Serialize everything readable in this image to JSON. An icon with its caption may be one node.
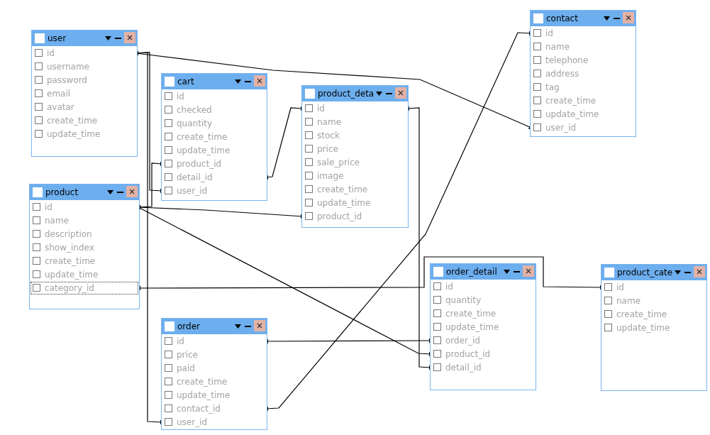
{
  "diagram": {
    "nodes": [
      {
        "text": [
          "user"
        ]
      },
      {
        "text": [
          "id"
        ],
        "in": 0
      },
      {
        "text": [
          "username"
        ],
        "in": 0
      },
      {
        "text": [
          "password"
        ],
        "in": 0
      },
      {
        "text": [
          "email"
        ],
        "in": 0
      },
      {
        "text": [
          "avatar"
        ],
        "in": 0
      },
      {
        "text": [
          "create_time"
        ],
        "in": 0
      },
      {
        "text": [
          "update_time"
        ],
        "in": 0
      },
      {
        "text": [
          "cart"
        ]
      },
      {
        "text": [
          "id"
        ],
        "in": 8
      },
      {
        "text": [
          "checked"
        ],
        "in": 8
      },
      {
        "text": [
          "quantity"
        ],
        "in": 8
      },
      {
        "text": [
          "create_time"
        ],
        "in": 8
      },
      {
        "text": [
          "update_time"
        ],
        "in": 8
      },
      {
        "text": [
          "product_id"
        ],
        "in": 8
      },
      {
        "text": [
          "detail_id"
        ],
        "in": 8
      },
      {
        "text": [
          "user_id"
        ],
        "in": 8
      },
      {
        "text": [
          "product_deta"
        ]
      },
      {
        "text": [
          "id"
        ],
        "in": 17
      },
      {
        "text": [
          "name"
        ],
        "in": 17
      },
      {
        "text": [
          "stock"
        ],
        "in": 17
      },
      {
        "text": [
          "price"
        ],
        "in": 17
      },
      {
        "text": [
          "sale_price"
        ],
        "in": 17
      },
      {
        "text": [
          "image"
        ],
        "in": 17
      },
      {
        "text": [
          "create_time"
        ],
        "in": 17
      },
      {
        "text": [
          "update_time"
        ],
        "in": 17
      },
      {
        "text": [
          "product_id"
        ],
        "in": 17
      },
      {
        "text": [
          "contact"
        ]
      },
      {
        "text": [
          "id"
        ],
        "in": 27
      },
      {
        "text": [
          "name"
        ],
        "in": 27
      },
      {
        "text": [
          "telephone"
        ],
        "in": 27
      },
      {
        "text": [
          "address"
        ],
        "in": 27
      },
      {
        "text": [
          "tag"
        ],
        "in": 27
      },
      {
        "text": [
          "create_time"
        ],
        "in": 27
      },
      {
        "text": [
          "update_time"
        ],
        "in": 27
      },
      {
        "text": [
          "user_id"
        ],
        "in": 27
      },
      {
        "text": [
          "product"
        ]
      },
      {
        "text": [
          "id"
        ],
        "in": 36
      },
      {
        "text": [
          "name"
        ],
        "in": 36
      },
      {
        "text": [
          "description"
        ],
        "in": 36
      },
      {
        "text": [
          "show_index"
        ],
        "in": 36
      },
      {
        "text": [
          "create_time"
        ],
        "in": 36
      },
      {
        "text": [
          "update_time"
        ],
        "in": 36
      },
      {
        "text": [
          "category_id"
        ],
        "in": 36
      },
      {
        "text": [
          "order"
        ]
      },
      {
        "text": [
          "id"
        ],
        "in": 44
      },
      {
        "text": [
          "price"
        ],
        "in": 44
      },
      {
        "text": [
          "paid"
        ],
        "in": 44
      },
      {
        "text": [
          "create_time"
        ],
        "in": 44
      },
      {
        "text": [
          "update_time"
        ],
        "in": 44
      },
      {
        "text": [
          "contact_id"
        ],
        "in": 44
      },
      {
        "text": [
          "user_id"
        ],
        "in": 44
      },
      {
        "text": [
          "order_detail"
        ]
      },
      {
        "text": [
          "id"
        ],
        "in": 52
      },
      {
        "text": [
          "quantity"
        ],
        "in": 52
      },
      {
        "text": [
          "create_time"
        ],
        "in": 52
      },
      {
        "text": [
          "update_time"
        ],
        "in": 52
      },
      {
        "text": [
          "order_id"
        ],
        "in": 52
      },
      {
        "text": [
          "product_id"
        ],
        "in": 52
      },
      {
        "text": [
          "detail_id"
        ],
        "in": 52
      },
      {
        "text": [
          "product_cate"
        ]
      },
      {
        "text": [
          "id"
        ],
        "in": 60
      },
      {
        "text": [
          "name"
        ],
        "in": 60
      },
      {
        "text": [
          "create_time"
        ],
        "in": 60
      },
      {
        "text": [
          "update_time"
        ],
        "in": 60
      }
    ],
    "edges": [
      {
        "from": 1,
        "to": 16,
        "arrow": "other"
      },
      {
        "from": 1,
        "to": 51,
        "arrow": "other"
      },
      {
        "from": 1,
        "to": 35,
        "arrow": "other"
      },
      {
        "from": 37,
        "to": 14,
        "arrow": "other"
      },
      {
        "from": 15,
        "to": 18,
        "arrow": "other"
      },
      {
        "from": 37,
        "to": 26,
        "arrow": "other"
      },
      {
        "from": 37,
        "to": 58,
        "arrow": "other"
      },
      {
        "from": 43,
        "to": 61,
        "arrow": "other"
      },
      {
        "from": 45,
        "to": 57,
        "arrow": "other"
      },
      {
        "from": 50,
        "to": 28,
        "arrow": "other"
      },
      {
        "from": 18,
        "to": 59,
        "arrow": "other"
      }
    ]
  }
}
